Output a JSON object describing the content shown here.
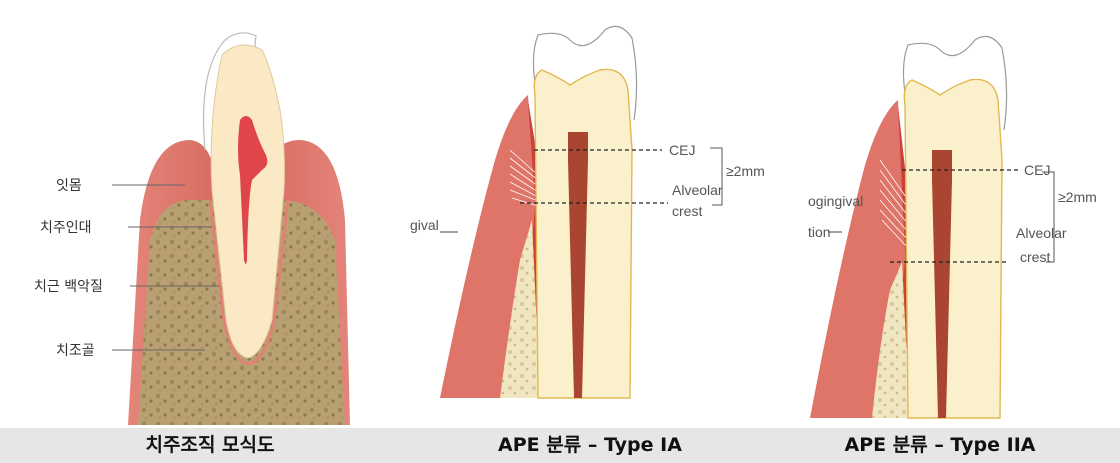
{
  "panel1": {
    "labels": {
      "gingiva": "잇몸",
      "pdl": "치주인대",
      "cementum": "치근 백악질",
      "bone": "치조골"
    },
    "caption": "치주조직 모식도"
  },
  "panel2": {
    "labels": {
      "cej": "CEJ",
      "alveolar": "Alveolar",
      "crest": "crest",
      "distance": "≥2mm",
      "margin": "gival"
    },
    "caption": "APE 분류 – Type IA"
  },
  "panel3": {
    "labels": {
      "cej": "CEJ",
      "alveolar": "Alveolar",
      "crest": "crest",
      "distance": "≥2mm",
      "margin1": "ogingival",
      "margin2": "tion"
    },
    "caption": "APE 분류 – Type IIA"
  },
  "colors": {
    "gingiva": "#d9665c",
    "bone": "#c8b58a",
    "dentin": "#fbe9c5",
    "pulp": "#e0454a",
    "enamel": "#ffffff"
  }
}
